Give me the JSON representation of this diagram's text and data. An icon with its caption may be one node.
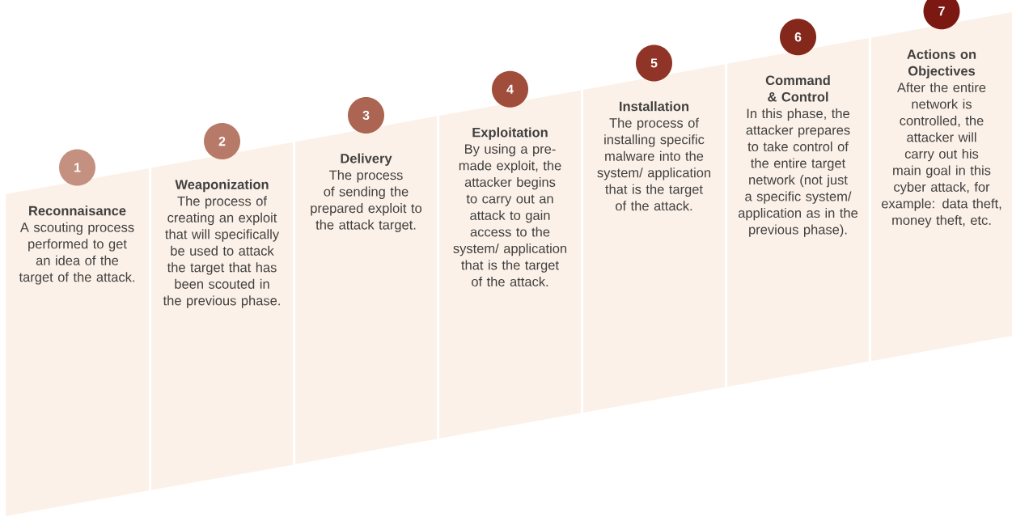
{
  "diagram": {
    "nodes": [
      {
        "text": [
          "1"
        ]
      },
      {
        "text": [
          "Reconnaisance",
          "A scouting process performed to get an idea of the target of the attack."
        ]
      },
      {
        "text": [
          "2"
        ]
      },
      {
        "text": [
          "Weaponization",
          "The process of creating an exploit that will specifically be used to attack the target that has been scouted in the previous phase."
        ]
      },
      {
        "text": [
          "3"
        ]
      },
      {
        "text": [
          "Delivery",
          "The process of sending the prepared exploit to the attack target."
        ]
      },
      {
        "text": [
          "4"
        ]
      },
      {
        "text": [
          "Exploitation",
          "By using a pre-made exploit, the attacker begins to carry out an attack to gain access to the system/ application that is the target of the attack."
        ]
      },
      {
        "text": [
          "5"
        ]
      },
      {
        "text": [
          "Installation",
          "The process of installing specific malware into the system/ application that is the target of the attack."
        ]
      },
      {
        "text": [
          "6"
        ]
      },
      {
        "text": [
          "Command & Control",
          "In this phase, the attacker prepares to take control of the entire target network (not just a specific system/ application as in the previous phase)."
        ]
      },
      {
        "text": [
          "7"
        ]
      },
      {
        "text": [
          "Actions on Objectives",
          "After the entire network is controlled, the attacker will carry out his main goal in this cyber attack, for example: data theft, money theft, etc."
        ]
      }
    ]
  }
}
